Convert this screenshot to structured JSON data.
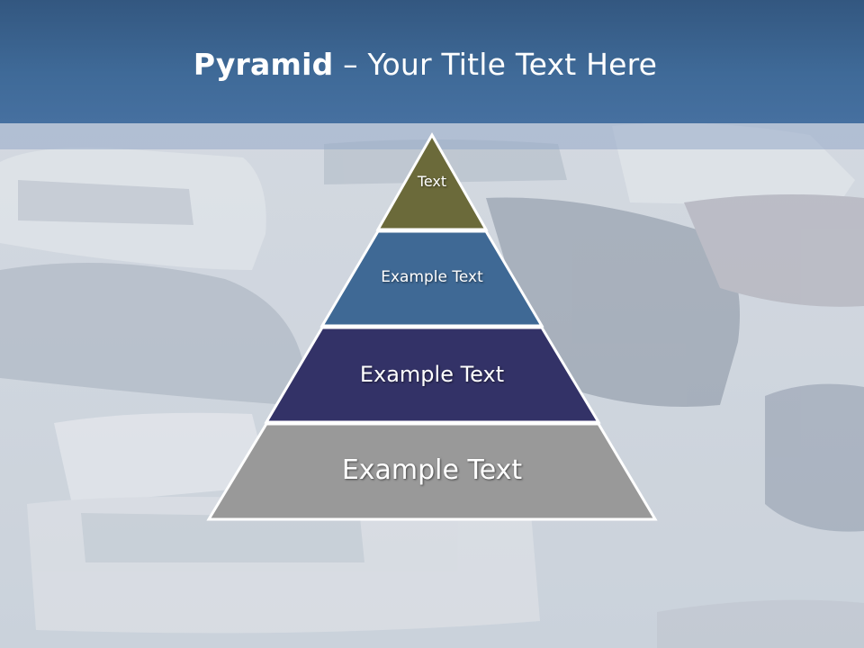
{
  "slide": {
    "title_bold": "Pyramid",
    "title_rest": " – Your Title Text Here",
    "header_color": "#3f6a98",
    "background": "faded photo of parked cars, viewed from above"
  },
  "pyramid": {
    "tiers": [
      {
        "label": "Text",
        "color": "#6b6a3a",
        "level": 1
      },
      {
        "label": "Example Text",
        "color": "#3f6995",
        "level": 2
      },
      {
        "label": "Example Text",
        "color": "#333267",
        "level": 3
      },
      {
        "label": "Example Text",
        "color": "#999999",
        "level": 4
      }
    ],
    "stroke_color": "#ffffff"
  }
}
